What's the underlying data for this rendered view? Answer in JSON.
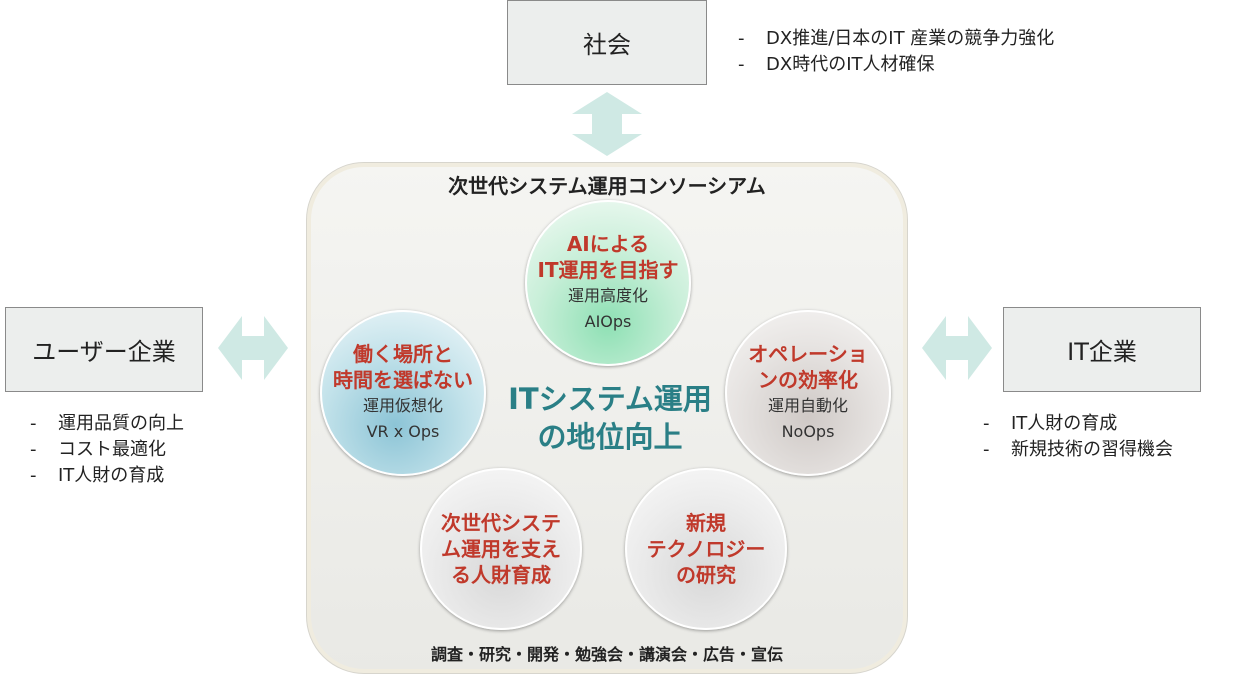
{
  "society": {
    "label": "社会",
    "bullets": [
      "DX推進/日本のIT 産業の競争力強化",
      "DX時代のIT人材確保"
    ]
  },
  "user_company": {
    "label": "ユーザー企業",
    "bullets": [
      "運用品質の向上",
      "コスト最適化",
      "IT人財の育成"
    ]
  },
  "it_company": {
    "label": "IT企業",
    "bullets": [
      "IT人財の育成",
      "新規技術の習得機会"
    ]
  },
  "consortium": {
    "title": "次世代システム運用コンソーシアム",
    "center_line1": "ITシステム運用",
    "center_line2": "の地位向上",
    "footer": "調査・研究・開発・勉強会・講演会・広告・宣伝"
  },
  "circles": {
    "top": {
      "line1": "AIによる",
      "line2": "IT運用を目指す",
      "sub1": "運用高度化",
      "sub2": "AIOps"
    },
    "left": {
      "line1": "働く場所と",
      "line2": "時間を選ばない",
      "sub1": "運用仮想化",
      "sub2": "VR x Ops"
    },
    "right": {
      "line1": "オペレーショ",
      "line2": "ンの効率化",
      "sub1": "運用自動化",
      "sub2": "NoOps"
    },
    "bottom_left": {
      "line1": "次世代システ",
      "line2": "ム運用を支え",
      "line3": "る人財育成"
    },
    "bottom_right": {
      "line1": "新規",
      "line2": "テクノロジー",
      "line3": "の研究"
    }
  },
  "colors": {
    "arrow": "#cfe9e4",
    "emphasis_red": "#c0392b",
    "center_teal": "#2a7f86",
    "box_fill": "#eceeed"
  },
  "bullet_marker": "-"
}
